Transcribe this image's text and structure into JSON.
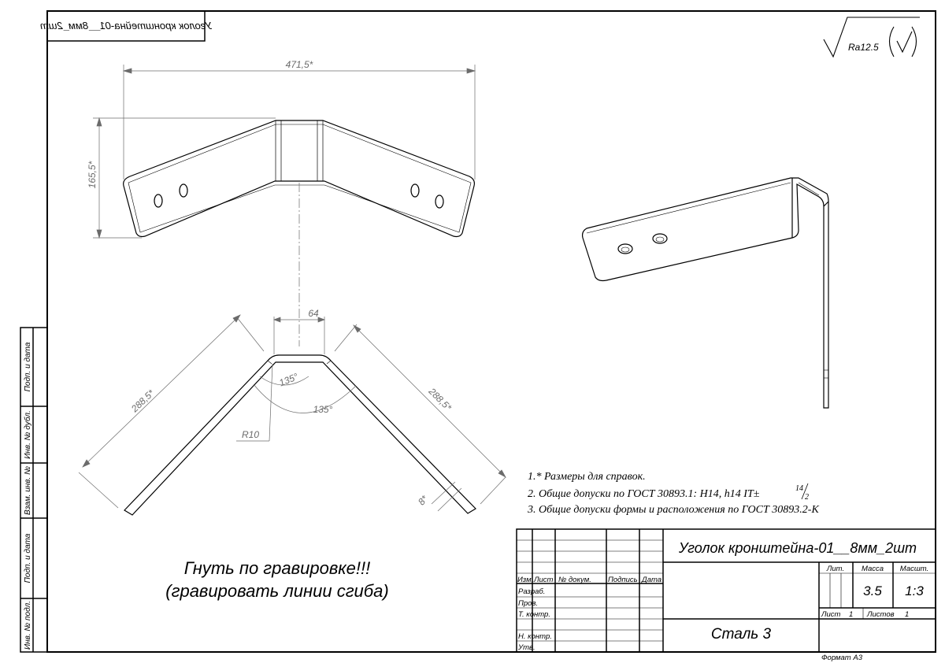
{
  "colors": {
    "line": "#000000",
    "thin": "#555555",
    "dim": "#6b6b6b",
    "paper": "#ffffff"
  },
  "drawing": {
    "stamp_mirrored": "Уголок кронштейна-01__8мм_2шт",
    "roughness": "Ra12.5",
    "dims": {
      "width": "471,5*",
      "height": "165,5*",
      "flat": "64",
      "leg_left": "288,5*",
      "leg_right": "288,5*",
      "angle_inner": "135°",
      "angle_outer": "135°",
      "radius": "R10",
      "thickness": "8*"
    },
    "notes": {
      "n1": "1.* Размеры для справок.",
      "n2": "2. Общие допуски по ГОСТ 30893.1: Н14, h14 IT±",
      "n2_num": "14",
      "n2_den": "2",
      "n3": "3. Общие допуски формы и расположения по ГОСТ 30893.2-К"
    },
    "instruction_line1": "Гнуть по гравировке!!!",
    "instruction_line2": "(гравировать линии сгиба)"
  },
  "side_column": {
    "c1": "Подп. и дата",
    "c2": "Инв. № дубл.",
    "c3": "Взам. инв. №",
    "c4": "Подп. и дата",
    "c5": "Инв. № подл."
  },
  "title_block": {
    "name": "Уголок кронштейна-01__8мм_2шт",
    "hdr_izm": "Изм.",
    "hdr_list": "Лист",
    "hdr_doc": "№ докум.",
    "hdr_sign": "Подпись",
    "hdr_date": "Дата",
    "row_razrab": "Разраб.",
    "row_prov": "Пров.",
    "row_tkontr": "Т. контр.",
    "row_nkontr": "Н. контр.",
    "row_utv": "Утв.",
    "lit_label": "Лит.",
    "mass_label": "Масса",
    "scale_label": "Масшт.",
    "mass_value": "3.5",
    "scale_value": "1:3",
    "sheet_label": "Лист",
    "sheet_value": "1",
    "sheets_label": "Листов",
    "sheets_value": "1",
    "material": "Сталь 3",
    "format": "Формат   А3"
  }
}
